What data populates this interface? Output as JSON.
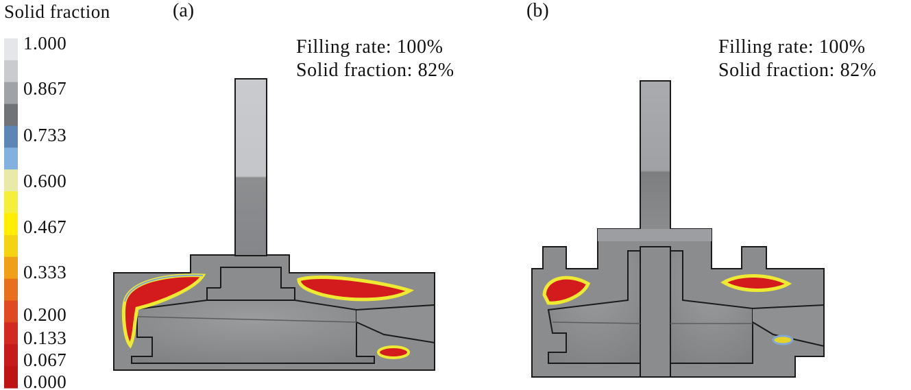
{
  "legend": {
    "title": "Solid fraction",
    "ticks": [
      "1.000",
      "0.867",
      "0.733",
      "0.600",
      "0.467",
      "0.333",
      "0.200",
      "0.133",
      "0.067",
      "0.000"
    ],
    "colors": [
      "#e4e6e9",
      "#c9cbce",
      "#9fa3a7",
      "#707478",
      "#5d85b6",
      "#82b1e0",
      "#eaeaa8",
      "#f5ef3c",
      "#ffee00",
      "#f4d410",
      "#f0a018",
      "#e8701c",
      "#de4a22",
      "#d22a20",
      "#c81a1a",
      "#bf1414"
    ]
  },
  "panels": [
    {
      "label": "(a)",
      "filling_rate": "Filling rate: 100%",
      "solid_fraction": "Solid fraction: 82%"
    },
    {
      "label": "(b)",
      "filling_rate": "Filling rate: 100%",
      "solid_fraction": "Solid fraction: 82%"
    }
  ],
  "palette": {
    "casting_body": "#8a8c8e",
    "riser_top": "#c6c8cb",
    "outline": "#1a1a1a",
    "hot_core": "#c8141a",
    "hot_ring": "#e8e830",
    "cool_ring": "#7ea8d4"
  }
}
